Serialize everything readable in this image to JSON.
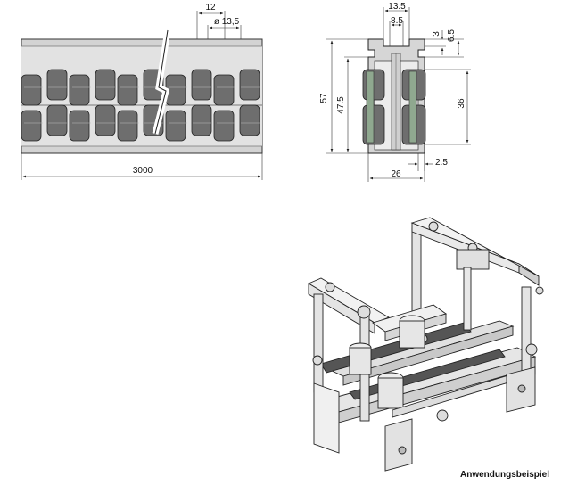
{
  "side_view": {
    "dims": {
      "pitch": "12",
      "roller_diameter": "ø 13,5",
      "length": "3000"
    }
  },
  "cross_section": {
    "dims": {
      "top_width": "13.5",
      "inner_width": "8.5",
      "lip_height": "3",
      "lip_offset": "6.5",
      "total_height": "57",
      "inner_height": "47.5",
      "roller_height": "36",
      "wall": "2.5",
      "total_width": "26"
    }
  },
  "example": {
    "caption": "Anwendungsbeispiel"
  },
  "colors": {
    "rail_fill": "#cfcfcf",
    "roller_fill": "#6e6e6e",
    "line": "#222222",
    "green_accent": "#8fa88f"
  }
}
